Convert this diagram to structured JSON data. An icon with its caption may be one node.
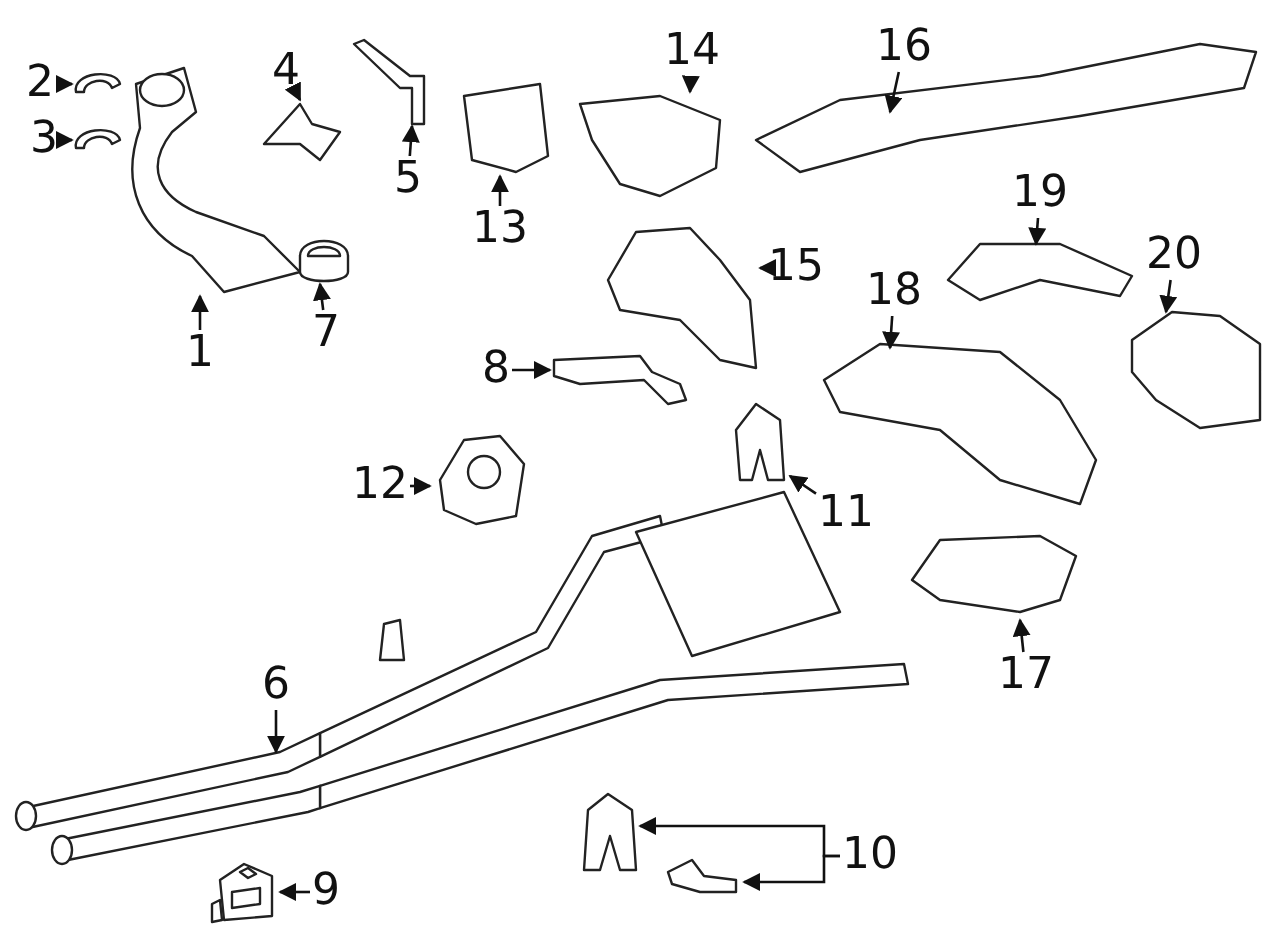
{
  "diagram": {
    "nodes": [
      {
        "text": [
          "1"
        ]
      },
      {
        "text": [],
        "shape": "picture"
      },
      {
        "text": [
          "2"
        ]
      },
      {
        "text": [],
        "shape": "picture"
      },
      {
        "text": [
          "3"
        ]
      },
      {
        "text": [],
        "shape": "picture"
      },
      {
        "text": [
          "4"
        ]
      },
      {
        "text": [],
        "shape": "picture"
      },
      {
        "text": [
          "5"
        ]
      },
      {
        "text": [],
        "shape": "picture"
      },
      {
        "text": [
          "6"
        ]
      },
      {
        "text": [],
        "shape": "picture"
      },
      {
        "text": [
          "7"
        ]
      },
      {
        "text": [],
        "shape": "picture"
      },
      {
        "text": [
          "8"
        ]
      },
      {
        "text": [],
        "shape": "picture"
      },
      {
        "text": [
          "9"
        ]
      },
      {
        "text": [],
        "shape": "picture"
      },
      {
        "text": [
          "10"
        ]
      },
      {
        "text": [],
        "shape": "picture"
      },
      {
        "text": [],
        "shape": "picture"
      },
      {
        "text": [
          "11"
        ]
      },
      {
        "text": [],
        "shape": "picture"
      },
      {
        "text": [
          "12"
        ]
      },
      {
        "text": [],
        "shape": "picture"
      },
      {
        "text": [
          "13"
        ]
      },
      {
        "text": [],
        "shape": "picture"
      },
      {
        "text": [
          "14"
        ]
      },
      {
        "text": [],
        "shape": "picture"
      },
      {
        "text": [
          "15"
        ]
      },
      {
        "text": [],
        "shape": "picture"
      },
      {
        "text": [
          "16"
        ]
      },
      {
        "text": [],
        "shape": "picture"
      },
      {
        "text": [
          "17"
        ]
      },
      {
        "text": [],
        "shape": "picture"
      },
      {
        "text": [
          "18"
        ]
      },
      {
        "text": [],
        "shape": "picture"
      },
      {
        "text": [
          "19"
        ]
      },
      {
        "text": [],
        "shape": "picture"
      },
      {
        "text": [
          "20"
        ]
      },
      {
        "text": [],
        "shape": "picture"
      }
    ],
    "edges": [
      {
        "from": 0,
        "to": 1,
        "arrow": "to"
      },
      {
        "from": 2,
        "to": 3,
        "arrow": "to"
      },
      {
        "from": 4,
        "to": 5,
        "arrow": "to"
      },
      {
        "from": 6,
        "to": 7,
        "arrow": "to"
      },
      {
        "from": 8,
        "to": 9,
        "arrow": "to"
      },
      {
        "from": 10,
        "to": 11,
        "arrow": "to"
      },
      {
        "from": 12,
        "to": 13,
        "arrow": "to"
      },
      {
        "from": 14,
        "to": 15,
        "arrow": "to"
      },
      {
        "from": 16,
        "to": 17,
        "arrow": "to"
      },
      {
        "from": 18,
        "to": 19,
        "arrow": "to"
      },
      {
        "from": 18,
        "to": 20,
        "arrow": "to"
      },
      {
        "from": 21,
        "to": 22,
        "arrow": "to"
      },
      {
        "from": 23,
        "to": 24,
        "arrow": "to"
      },
      {
        "from": 25,
        "to": 26,
        "arrow": "to"
      },
      {
        "from": 27,
        "to": 28,
        "arrow": "to"
      },
      {
        "from": 29,
        "to": 30,
        "arrow": "to"
      },
      {
        "from": 31,
        "to": 32,
        "arrow": "to"
      },
      {
        "from": 33,
        "to": 34,
        "arrow": "to"
      },
      {
        "from": 35,
        "to": 36,
        "arrow": "to"
      },
      {
        "from": 37,
        "to": 38,
        "arrow": "to"
      },
      {
        "from": 39,
        "to": 40,
        "arrow": "to"
      }
    ]
  }
}
